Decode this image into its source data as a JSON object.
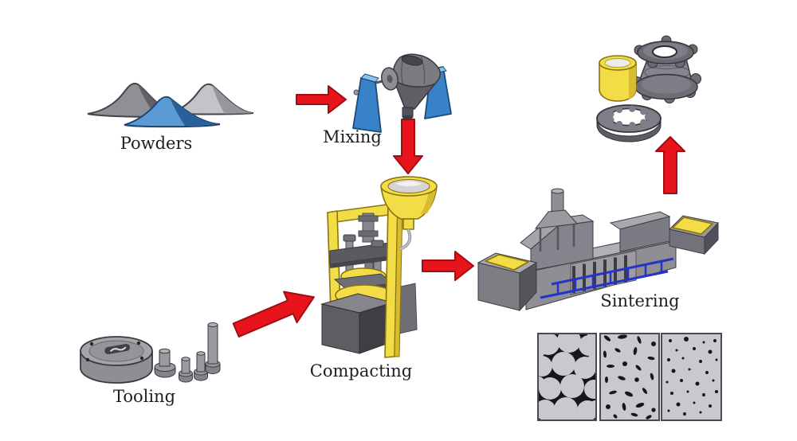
{
  "diagram": {
    "stages": [
      {
        "id": "powders",
        "label": "Powders"
      },
      {
        "id": "mixing",
        "label": "Mixing"
      },
      {
        "id": "compacting",
        "label": "Compacting"
      },
      {
        "id": "sintering",
        "label": "Sintering"
      },
      {
        "id": "tooling",
        "label": "Tooling"
      }
    ],
    "flow_arrows": [
      {
        "from": "powders",
        "to": "mixing",
        "direction": "right"
      },
      {
        "from": "mixing",
        "to": "compacting",
        "direction": "down"
      },
      {
        "from": "tooling",
        "to": "compacting",
        "direction": "up-right"
      },
      {
        "from": "compacting",
        "to": "sintering",
        "direction": "right"
      },
      {
        "from": "sintering",
        "to": "finished-parts",
        "direction": "up"
      }
    ],
    "micrograph_panels": [
      {
        "icon": "high-porosity-micrograph"
      },
      {
        "icon": "medium-porosity-micrograph"
      },
      {
        "icon": "low-porosity-micrograph"
      }
    ],
    "colors": {
      "background": "#ffffff",
      "label_color": "#1e1e1e",
      "arrow_red": "#e8141c",
      "arrow_red_outline": "#9e0e13",
      "machine_blue": "#3a82c8",
      "machine_blue_light": "#8ec1ea",
      "machine_blue_dark": "#1a4b7a",
      "machine_yellow": "#f2dd46",
      "machine_yellow_dark": "#d8bb30",
      "machine_yellow_outline": "#8a7410",
      "powder_blue": "#5b9bd5",
      "powder_blue_dark": "#2a6099",
      "rail_blue": "#2334c6",
      "micrograph_bg": "#c9c9cd",
      "pore_black": "#17171b"
    }
  }
}
